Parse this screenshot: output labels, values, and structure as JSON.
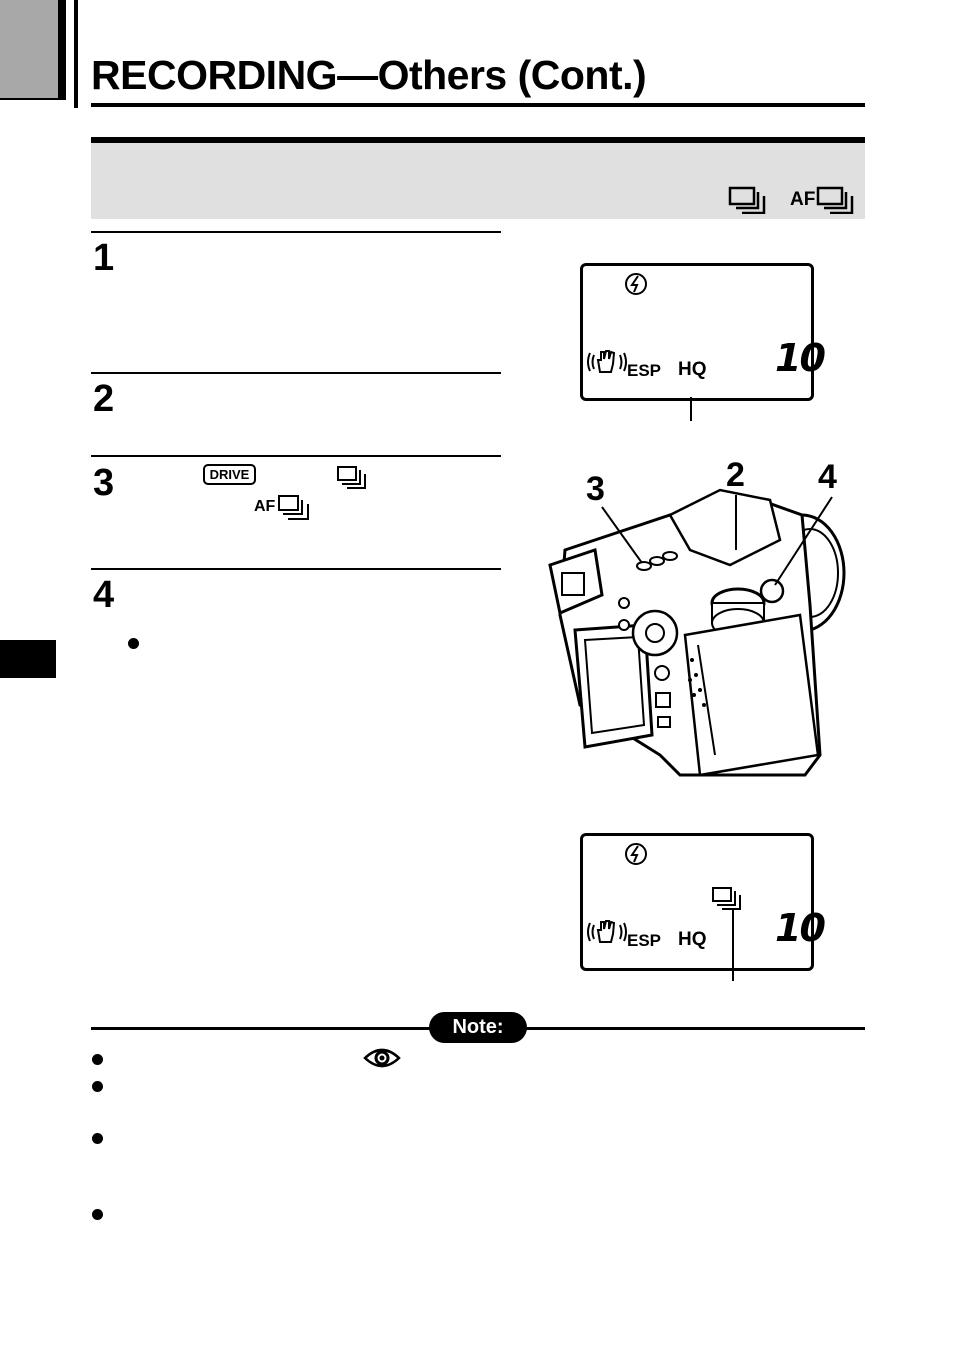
{
  "page": {
    "title": "RECORDING—Others (Cont.)",
    "af_label": "AF"
  },
  "steps": [
    {
      "number": "1"
    },
    {
      "number": "2"
    },
    {
      "number": "3",
      "drive_label": "DRIVE",
      "af_label": "AF"
    },
    {
      "number": "4"
    }
  ],
  "lcd_top": {
    "mode": "ESP",
    "quality": "HQ",
    "count": "10"
  },
  "lcd_bottom": {
    "mode": "ESP",
    "quality": "HQ",
    "count": "10"
  },
  "callouts": {
    "left": "3",
    "middle": "2",
    "right": "4"
  },
  "note": {
    "label": "Note:"
  }
}
